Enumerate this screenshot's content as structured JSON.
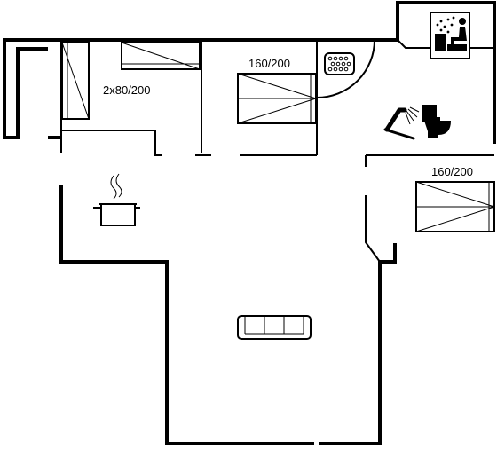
{
  "floorplan": {
    "bedroom_left": {
      "bed_label": "2x80/200"
    },
    "bedroom_middle": {
      "bed_label": "160/200"
    },
    "bedroom_right": {
      "bed_label": "160/200"
    },
    "icons": {
      "kitchen": "cooking-pot-icon",
      "living_room": "sofa-icon",
      "sauna": "sauna-icon",
      "whirlpool": "whirlpool-icon",
      "shower": "shower-icon",
      "toilet": "toilet-icon"
    },
    "colors": {
      "line": "#000000",
      "background": "#ffffff"
    }
  }
}
